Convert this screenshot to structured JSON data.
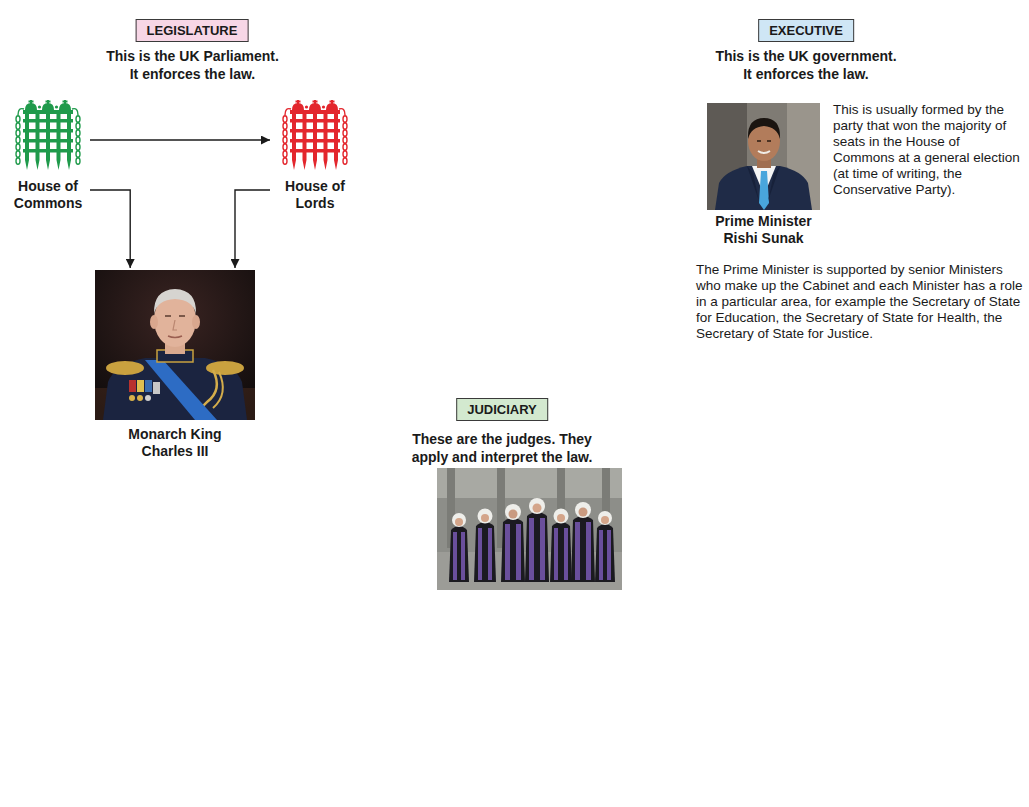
{
  "diagram": {
    "nodes": [
      {
        "text": [
          "LEGISLATURE"
        ]
      },
      {
        "text": [
          "House of Commons"
        ]
      },
      {
        "text": [
          "House of Lords"
        ]
      },
      {
        "text": [
          "Monarch King Charles III"
        ]
      },
      {
        "text": [
          "EXECUTIVE"
        ]
      },
      {
        "text": [
          "Prime Minister Rishi Sunak"
        ]
      },
      {
        "text": [
          "JUDICIARY"
        ]
      }
    ],
    "edges": [
      {
        "from": 1,
        "to": 2,
        "arrow": "to"
      },
      {
        "from": 1,
        "to": 3,
        "arrow": "to"
      },
      {
        "from": 2,
        "to": 3,
        "arrow": "to"
      }
    ],
    "labels": [
      "This is the UK Parliament. It enforces the law.",
      "This is the UK government. It enforces the law.",
      "This is usually formed by the party that won the majority of seats in the House of Commons at a general election (at time of writing, the Conservative Party).",
      "The Prime Minister is supported by senior Ministers who make up the Cabinet and each Minister has a role in a particular area, for example the Secretary of State for Education, the Secretary of State for Health, the Secretary of State for Justice.",
      "These are the judges. They apply and interpret the law."
    ]
  }
}
